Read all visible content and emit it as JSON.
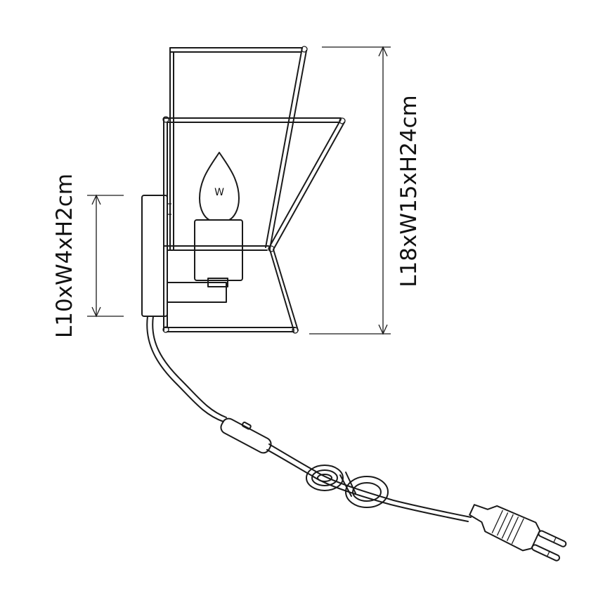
{
  "diagram": {
    "base_dimension": "L10xW4xH2cm",
    "overall_dimension": "L18xW15xH24cm",
    "bulb_label": "W"
  },
  "colors": {
    "line": "#1a1a1a",
    "background": "#ffffff"
  }
}
